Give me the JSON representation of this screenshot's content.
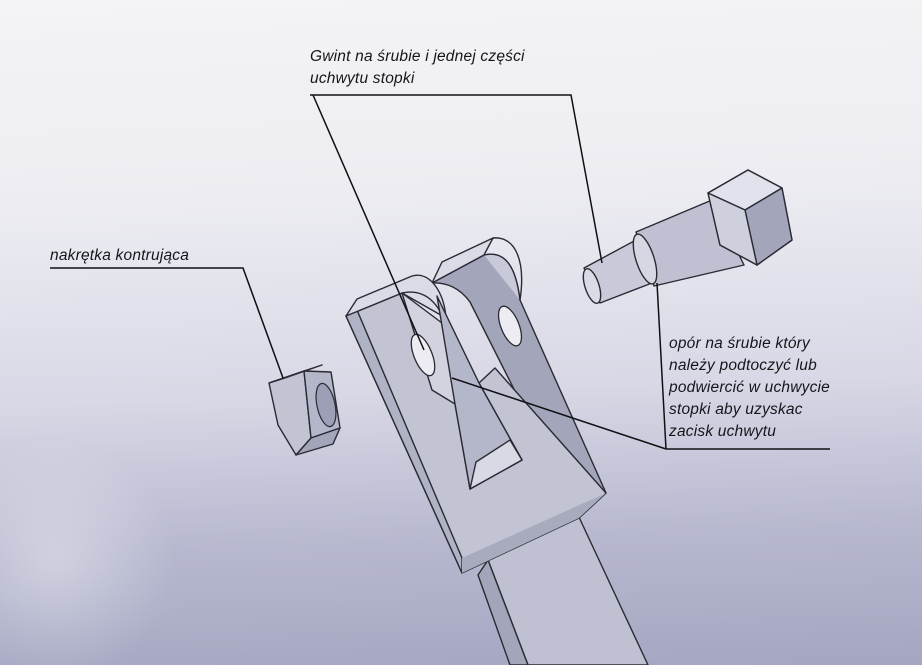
{
  "annotations": {
    "thread": {
      "line1": "Gwint na śrubie i jednej części",
      "line2": "uchwytu stopki"
    },
    "locknut": {
      "line1": "nakrętka kontrująca"
    },
    "shoulder": {
      "line1": "opór na śrubie który",
      "line2": "należy podtoczyć lub",
      "line3": "podwiercić w uchwycie",
      "line4": "stopki aby uzyskac",
      "line5": "zacisk uchwytu"
    }
  },
  "colors": {
    "part_light": "#dadbe6",
    "part_mid": "#bfc1d2",
    "part_dark": "#a3a5ba",
    "edge": "#2a2a33",
    "leader": "#101014"
  }
}
